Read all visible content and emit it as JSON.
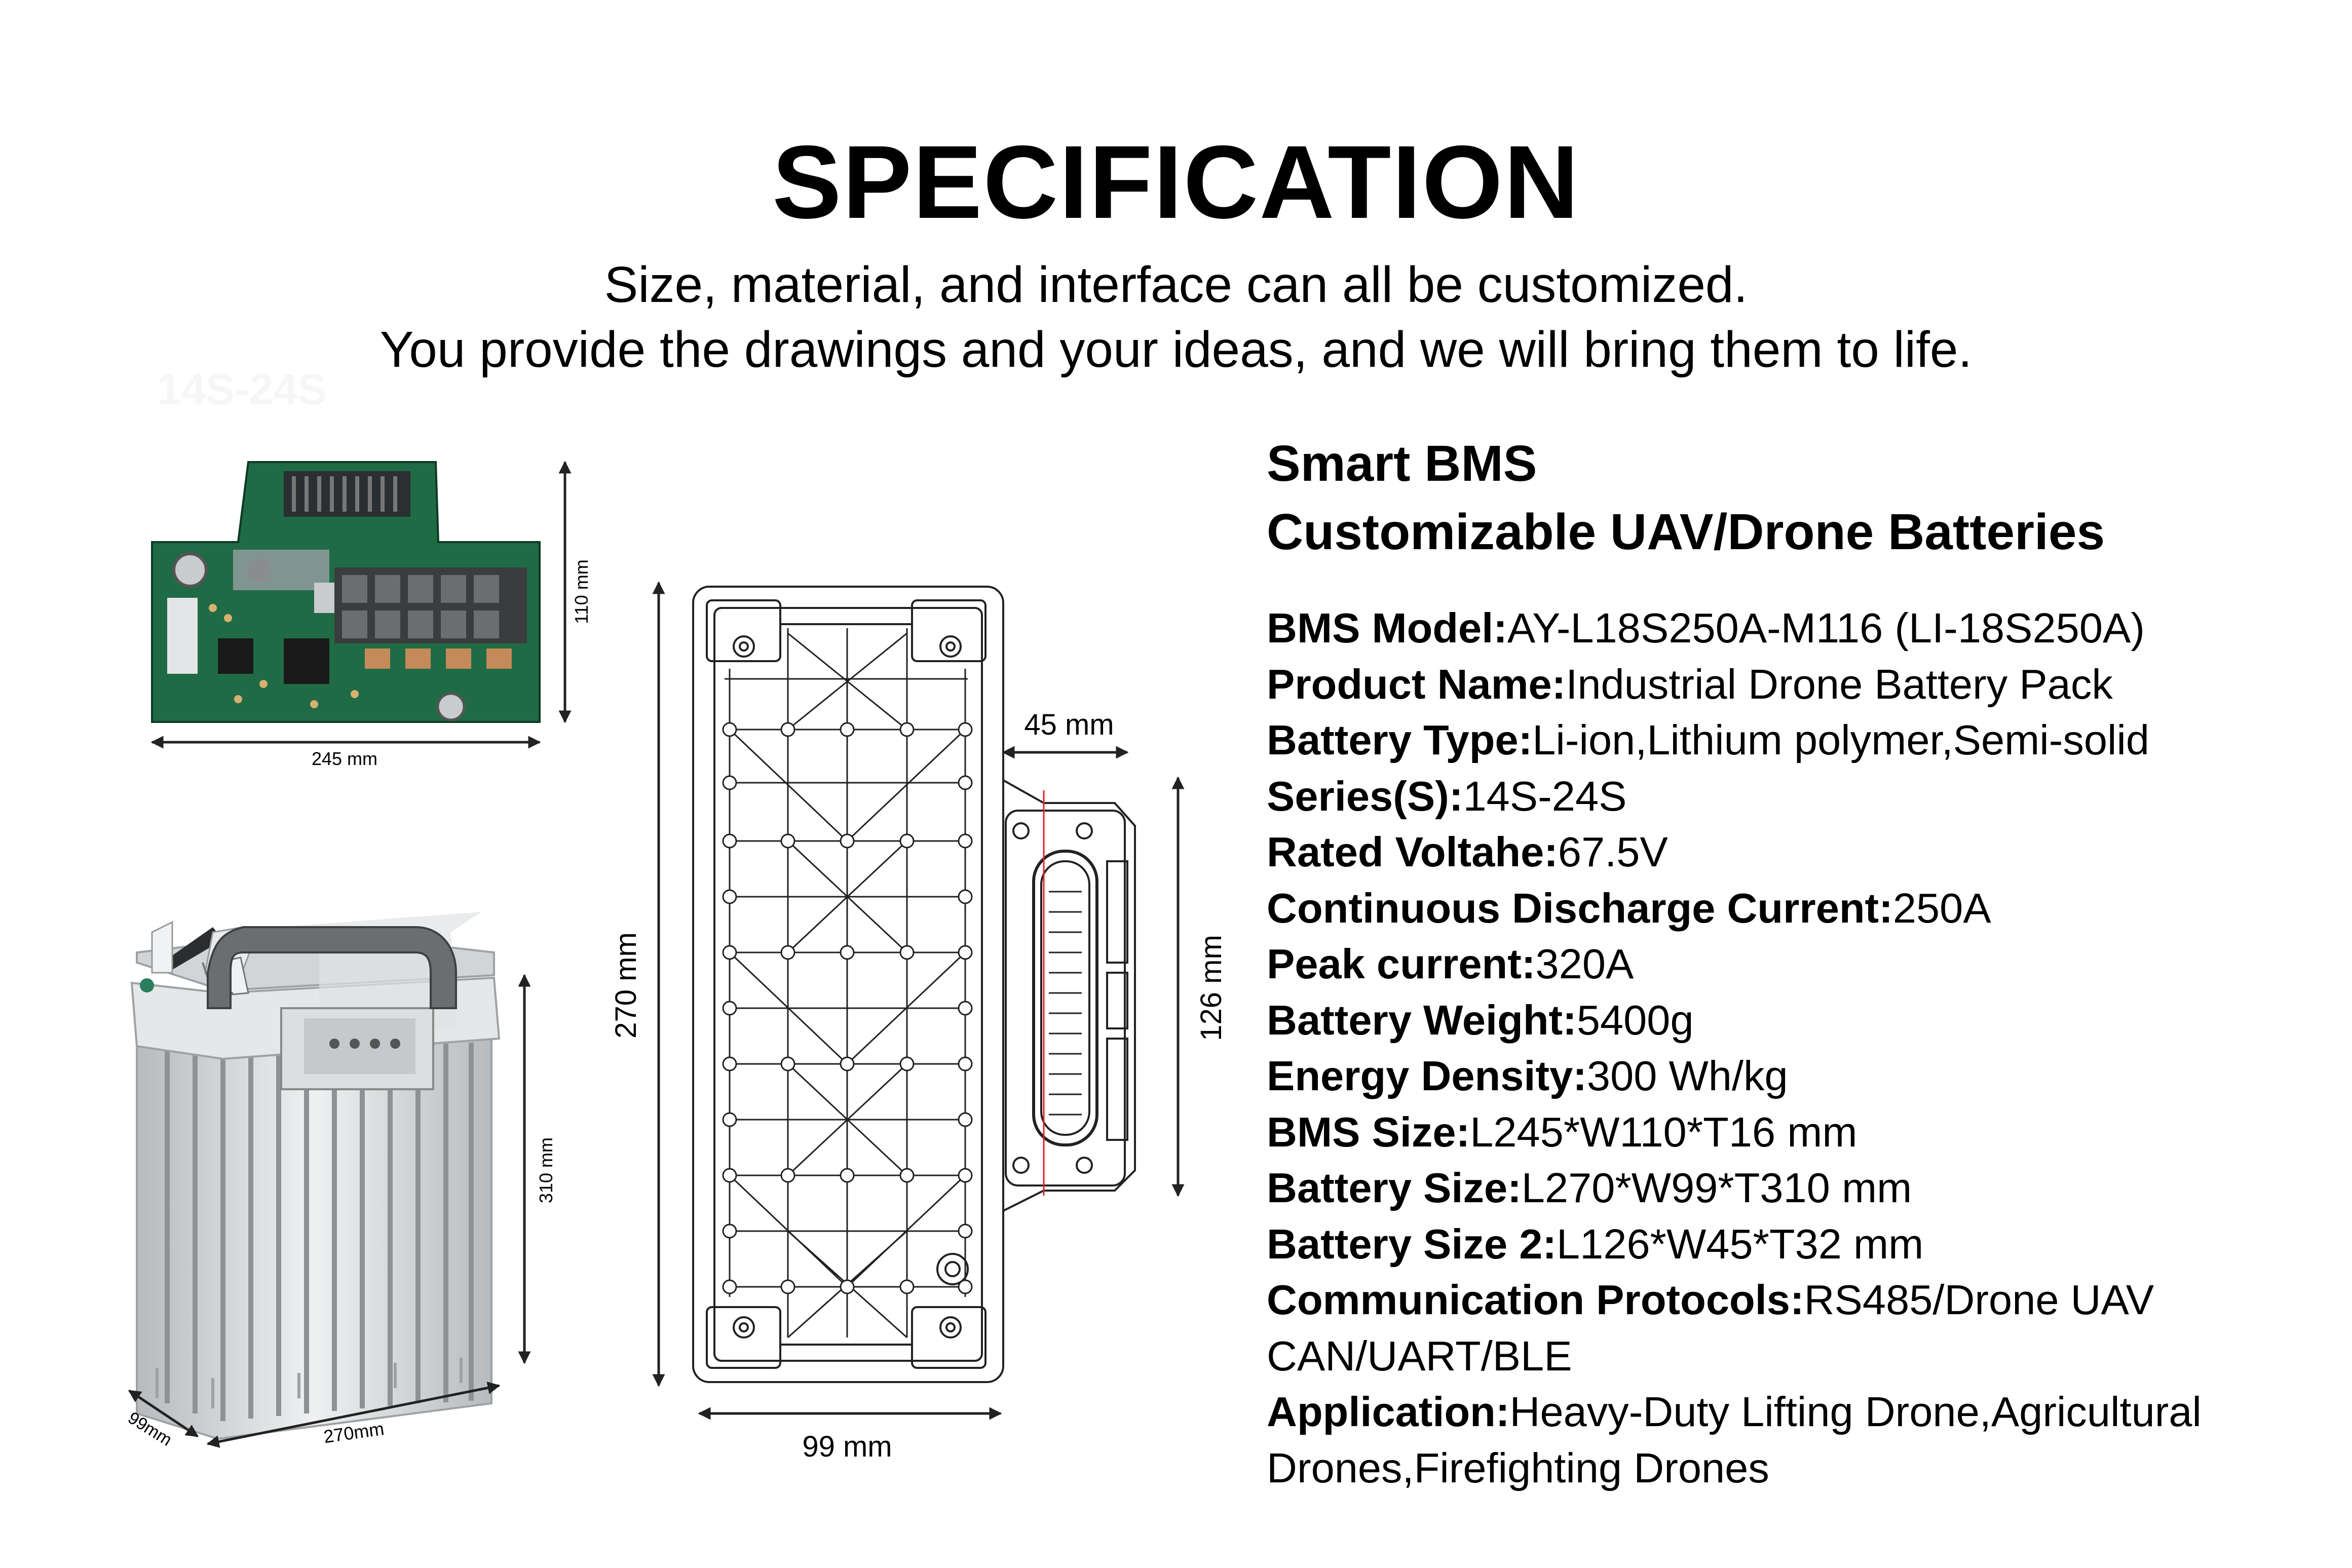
{
  "header": {
    "title": "SPECIFICATION",
    "subtitle_line1": "Size, material, and interface can all be customized.",
    "subtitle_line2": "You provide the drawings and your ideas, and we will bring them to life.",
    "ghost_text": "14S-24S"
  },
  "info": {
    "heading1": "Smart BMS",
    "heading2": "Customizable UAV/Drone Batteries",
    "specs": [
      {
        "label": "BMS Model:",
        "value": "AY-L18S250A-M116 (LI-18S250A)"
      },
      {
        "label": "Product Name:",
        "value": "Industrial Drone Battery Pack"
      },
      {
        "label": "Battery Type:",
        "value": "Li-ion,Lithium polymer,Semi-solid"
      },
      {
        "label": "Series(S):",
        "value": "14S-24S"
      },
      {
        "label": "Rated Voltahe:",
        "value": "67.5V"
      },
      {
        "label": "Continuous Discharge Current:",
        "value": "250A"
      },
      {
        "label": "Peak current:",
        "value": "320A"
      },
      {
        "label": "Battery Weight:",
        "value": "5400g"
      },
      {
        "label": "Energy Density:",
        "value": "300 Wh/kg"
      },
      {
        "label": "BMS Size:",
        "value": "L245*W110*T16 mm"
      },
      {
        "label": "Battery Size:",
        "value": "L270*W99*T310 mm"
      },
      {
        "label": "Battery Size 2:",
        "value": "L126*W45*T32 mm"
      },
      {
        "label": "Communication Protocols:",
        "value": "RS485/Drone UAV CAN/UART/BLE"
      },
      {
        "label": "Application:",
        "value": "Heavy-Duty Lifting Drone,Agricultural Drones,Firefighting Drones"
      }
    ]
  },
  "dimensions": {
    "bms_width": "245 mm",
    "bms_height": "110 mm",
    "battery_height": "310 mm",
    "battery_length": "270mm",
    "battery_depth": "99mm",
    "drawing_height": "270 mm",
    "drawing_width": "99 mm",
    "connector_width": "45 mm",
    "connector_height": "126 mm"
  },
  "colors": {
    "pcb_green": "#1f6b45",
    "pcb_dark": "#124a2e",
    "battery_grey": "#d9dbdd",
    "handle_grey": "#6b6e70",
    "line": "#222222",
    "centerline_red": "#d9262c"
  }
}
